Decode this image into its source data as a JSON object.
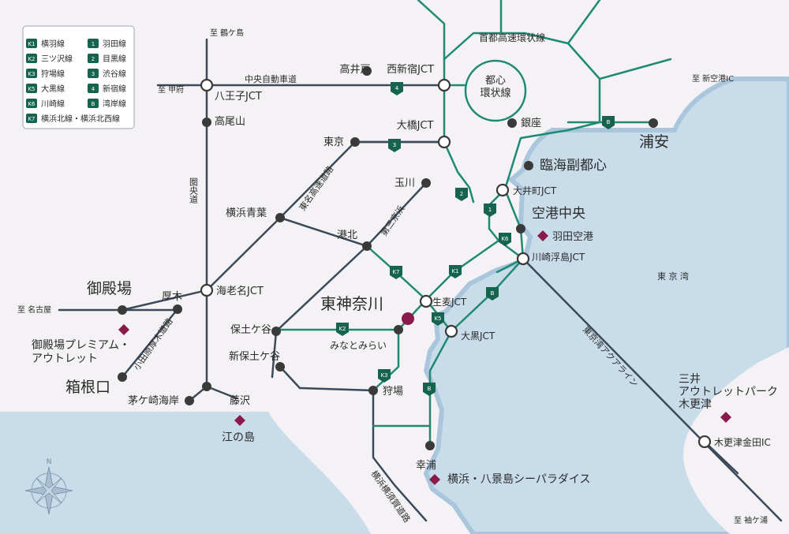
{
  "colors": {
    "sea": "#c9dce9",
    "sea_edge": "#a9c6dc",
    "land": "#f4f2f5",
    "metro": "#1f8a73",
    "metro_dark": "#16634f",
    "road": "#3a4a5a",
    "road_blue": "#1f5f8a",
    "spot": "#8a1a4a",
    "highlight": "#8a1a4a",
    "node": "#3a3a3a"
  },
  "legend": [
    {
      "badge": "K1",
      "label": "横羽線"
    },
    {
      "badge": "1",
      "label": "羽田線"
    },
    {
      "badge": "K2",
      "label": "三ツ沢線"
    },
    {
      "badge": "2",
      "label": "目黒線"
    },
    {
      "badge": "K3",
      "label": "狩場線"
    },
    {
      "badge": "3",
      "label": "渋谷線"
    },
    {
      "badge": "K5",
      "label": "大黒線"
    },
    {
      "badge": "4",
      "label": "新宿線"
    },
    {
      "badge": "K6",
      "label": "川崎線"
    },
    {
      "badge": "B",
      "label": "湾岸線"
    },
    {
      "badge": "K7",
      "label": "横浜北線・横浜北西線"
    }
  ],
  "destinations": {
    "tsurugashima": "至 鶴ケ島",
    "kofu": "至 甲府",
    "nagoya": "至 名古屋",
    "shinkuko": "至 新空港IC",
    "sodegaura": "至 袖ケ浦"
  },
  "roads": {
    "chuo": "中央自動車道",
    "ken_o": "圏央道",
    "tomei": "東名高速道路",
    "daisan_keihin": "第三京浜",
    "odawara_atsugi": "小田原厚木道路",
    "yokohama_yokosuka": "横浜横須賀道路",
    "aqualine": "東京湾アクアライン",
    "shuto_ring": "首都高速環状線",
    "toshin_ring": "都心\n環状線"
  },
  "places": {
    "takaido": "高井戸",
    "nishishinjuku": "西新宿JCT",
    "hachioji": "八王子JCT",
    "takaosan": "高尾山",
    "ohashi": "大橋JCT",
    "tokyo": "東京",
    "ginza": "銀座",
    "rinkai": "臨海副都心",
    "urayasu": "浦安",
    "tamagawa": "玉川",
    "oimachi": "大井町JCT",
    "kuko_chuo": "空港中央",
    "haneda": "羽田空港",
    "yokohama_aoba": "横浜青葉",
    "kohoku": "港北",
    "kawasaki_ukishima": "川崎浮島JCT",
    "tokyo_bay": "東 京 湾",
    "gotemba": "御殿場",
    "atsugi": "厚木",
    "ebina": "海老名JCT",
    "higashi_kanagawa": "東神奈川",
    "namamugi": "生麦JCT",
    "hodogaya": "保土ケ谷",
    "minatomirai": "みなとみらい",
    "daikoku": "大黒JCT",
    "gotemba_outlet": "御殿場プレミアム・\nアウトレット",
    "shin_hodogaya": "新保土ケ谷",
    "hakoneguchi": "箱根口",
    "kariba": "狩場",
    "chigasaki": "茅ケ崎海岸",
    "fujisawa": "藤沢",
    "enoshima": "江の島",
    "kisarazu_outlet": "三井\nアウトレットパーク\n木更津",
    "kisarazu_kaneda": "木更津金田IC",
    "koura": "幸浦",
    "hakkeijima": "横浜・八景島シーパラダイス"
  }
}
